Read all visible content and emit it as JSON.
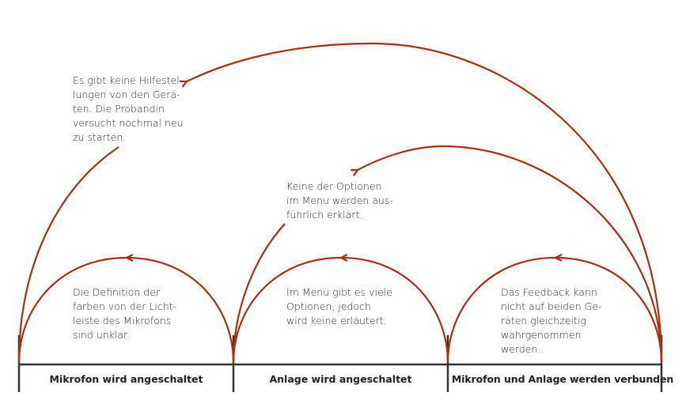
{
  "colors": {
    "arrow": "#A8300F",
    "timeline": "#333333",
    "text": "#2b2b2b"
  },
  "stages": [
    {
      "label": "Mikrofon wird angeschaltet"
    },
    {
      "label": "Anlage wird angeschaltet"
    },
    {
      "label": "Mikrofon und Anlage werden verbunden"
    }
  ],
  "notes": {
    "stage1": "Die Definition der\nfarben von der Licht-\nleiste des Mikrofons\nsind unklar.",
    "stage2": "Im Menu gibt es viele\nOptionen, jedoch\nwird keine erläutert.",
    "stage3": "Das Feedback kann\nnicht auf beiden Ge-\nräten gleichzeitig\nwahrgenommen\nwerden.",
    "loop_middle": "Keine der Optionen\nim Menu werden aus-\nführlich erklärt.",
    "loop_large": "Es gibt keine Hilfestel-\nlungen von den Gerä-\nten. Die Probandin\nversucht nochmal neu\nzu starten."
  }
}
